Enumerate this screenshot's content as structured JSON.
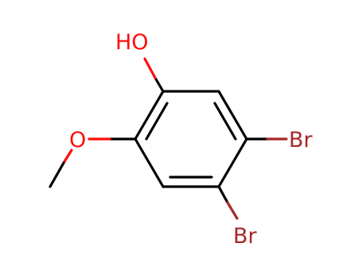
{
  "molecule": {
    "atoms": {
      "hydroxyl": {
        "label": "HO",
        "color": "#ff0d0d"
      },
      "methoxy_oxygen": {
        "label": "O",
        "color": "#ff0d0d"
      },
      "bromine_upper": {
        "label": "Br",
        "color": "#a62929"
      },
      "bromine_lower": {
        "label": "Br",
        "color": "#a62929"
      }
    },
    "colors": {
      "carbon_bond": "#000000",
      "oxygen": "#ff0d0d",
      "bromine": "#a62929"
    }
  }
}
